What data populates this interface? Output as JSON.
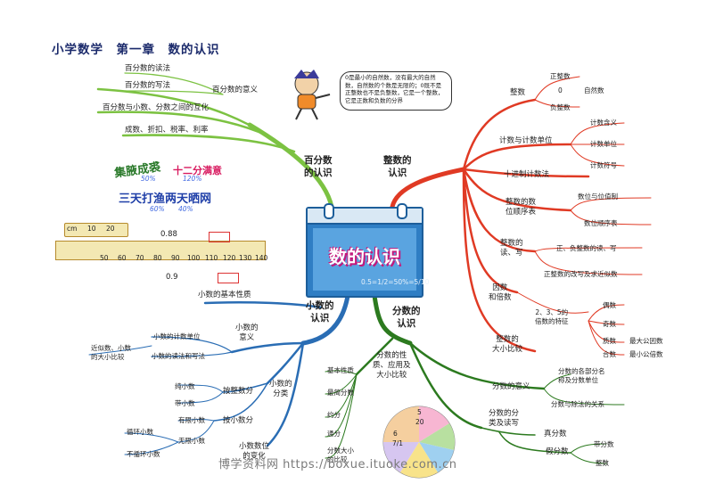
{
  "title": "小学数学　第一章　数的认识",
  "center": {
    "title": "数的认识",
    "formula": "0.5=1/2=50%=5/10"
  },
  "bubble": "0是最小的自然数，没有最大的自然数，自然数的个数是无限的；0既不是正整数也不是负整数，它是一个整数，它是正数和负数的分界",
  "branches": {
    "percent": {
      "label": "百分数\n的认识",
      "meaning": "百分数的意义",
      "read": "百分数的读法",
      "write": "百分数的写法",
      "convert": "百分数与小数、分数之间的互化",
      "apply": "成数、折扣、税率、利率"
    },
    "integer": {
      "label": "整数的\n认识",
      "integer": "整数",
      "positive": "正整数",
      "zero": "0",
      "negative": "负整数",
      "natural": "自然数",
      "counting": "计数与计数单位",
      "count_meaning": "计数含义",
      "count_unit": "计数单位",
      "count_symbol": "计数符号",
      "decimal_system": "十进制计数法",
      "place": "整数的数\n位顺序表",
      "place_value": "数位与位值制",
      "place_table": "数位顺序表",
      "read_write": "整数的\n读、写",
      "rw_1": "正、负整数的读、写",
      "rw_2": "正整数的改写及求近似数",
      "factor": "因数\n和倍数",
      "features": "2、3、5的\n倍数的特征",
      "even": "偶数",
      "odd": "奇数",
      "prime": "质数",
      "composite": "合数",
      "gcd": "最大公因数",
      "lcm": "最小公倍数",
      "compare": "整数的\n大小比较"
    },
    "decimal": {
      "label": "小数的\n认识",
      "basic": "小数的基本性质",
      "meaning": "小数的\n意义",
      "unit": "小数的计数单位",
      "rw": "小数的读法和写法",
      "approx": "近似数、小数\n的大小比较",
      "category": "小数的\n分类",
      "by_int": "按整数分",
      "pure": "纯小数",
      "mixed": "带小数",
      "by_dec": "按小数分",
      "finite": "有限小数",
      "infinite": "无限小数",
      "repeating": "循环小数",
      "nonrepeating": "不循环小数",
      "position": "小数数位\n的变化"
    },
    "fraction": {
      "label": "分数的\n认识",
      "props": "分数的性\n质、应用及\n大小比较",
      "basic": "基本性质",
      "simplest": "最简分数",
      "reduce": "约分",
      "common": "通分",
      "compare": "分数大小\n的比较",
      "meaning": "分数的意义",
      "unit_name": "分数的各部分名\n称及分数单位",
      "division": "分数与除法的关系",
      "category": "分数的分\n类及读写",
      "proper": "真分数",
      "improper": "假分数",
      "with_int": "带分数",
      "integer": "整数"
    }
  },
  "ruler": {
    "top_ticks": [
      "cm",
      "10",
      "20"
    ],
    "ticks": [
      "50",
      "60",
      "70",
      "80",
      "90",
      "100",
      "110",
      "120",
      "130",
      "140"
    ],
    "reading_1": "0.88",
    "reading_2": "0.9"
  },
  "stamps": {
    "s1": "集腋成裘",
    "s2": "十二分满意",
    "s3": "三天打渔两天晒网",
    "p1": "50%",
    "p2": "120%",
    "p3": "60%",
    "p4": "40%"
  },
  "pie": {
    "n1": "5",
    "n2": "20",
    "n3": "6",
    "n4": "7/1"
  },
  "watermark": "博学资料网 https://boxue.ituoke.com.cn",
  "colors": {
    "green": "#7cc242",
    "red": "#e03a24",
    "blue": "#2a6db4",
    "darkgreen": "#2c7a1f",
    "title": "#1b2a6b"
  }
}
